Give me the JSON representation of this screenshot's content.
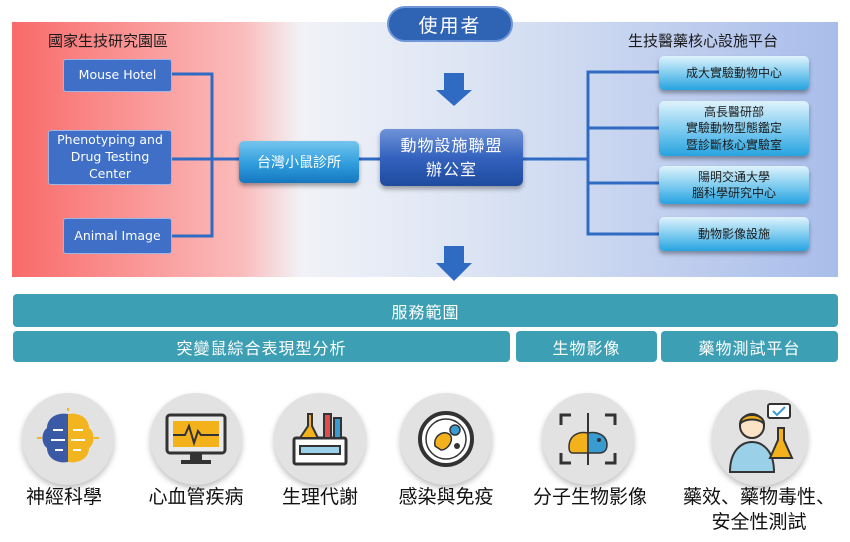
{
  "header": {
    "user_label": "使用者"
  },
  "left_region": {
    "title": "國家生技研究園區",
    "items": [
      {
        "label": "Mouse Hotel"
      },
      {
        "label": "Phenotyping and Drug Testing Center"
      },
      {
        "label": "Animal Image"
      }
    ],
    "hub": "台灣小鼠診所"
  },
  "center": {
    "line1": "動物設施聯盟",
    "line2": "辦公室"
  },
  "right_region": {
    "title": "生技醫藥核心設施平台",
    "items": [
      {
        "lines": [
          "成大實驗動物中心"
        ]
      },
      {
        "lines": [
          "高長醫研部",
          "實驗動物型態鑑定",
          "暨診斷核心實驗室"
        ]
      },
      {
        "lines": [
          "陽明交通大學",
          "腦科學研究中心"
        ]
      },
      {
        "lines": [
          "動物影像設施"
        ]
      }
    ]
  },
  "service": {
    "title": "服務範圍",
    "categories": [
      "突變鼠綜合表現型分析",
      "生物影像",
      "藥物測試平台"
    ]
  },
  "fields": [
    {
      "label": "神經科學",
      "icon": "brain-icon"
    },
    {
      "label": "心血管疾病",
      "icon": "heart-monitor-icon"
    },
    {
      "label": "生理代謝",
      "icon": "lab-analyzer-icon"
    },
    {
      "label": "感染與免疫",
      "icon": "petri-dish-icon"
    },
    {
      "label": "分子生物影像",
      "icon": "mouse-scan-icon"
    },
    {
      "label": "藥效、藥物毒性、",
      "label2": "安全性測試",
      "icon": "scientist-flask-icon"
    }
  ],
  "colors": {
    "accent_blue": "#2f63b4",
    "service_teal": "#3d9fb4",
    "connector": "#2f6bc2"
  }
}
